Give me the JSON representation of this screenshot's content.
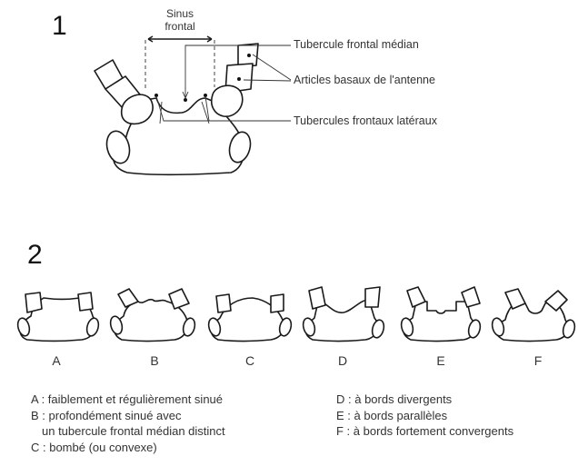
{
  "figure1": {
    "number": "1",
    "sinus_line1": "Sinus",
    "sinus_line2": "frontal",
    "callouts": {
      "median": "Tubercule frontal médian",
      "antenna": "Articles basaux de l'antenne",
      "lateral": "Tubercules frontaux latéraux"
    }
  },
  "figure2": {
    "number": "2",
    "shapes": [
      {
        "letter": "A"
      },
      {
        "letter": "B"
      },
      {
        "letter": "C"
      },
      {
        "letter": "D"
      },
      {
        "letter": "E"
      },
      {
        "letter": "F"
      }
    ],
    "legend_left": [
      "A : faiblement et régulièrement sinué",
      "B : profondément sinué avec",
      "un tubercule frontal médian distinct",
      "C : bombé (ou convexe)"
    ],
    "legend_right": [
      "D : à bords divergents",
      "E : à bords parallèles",
      "F : à bords fortement convergents"
    ]
  }
}
